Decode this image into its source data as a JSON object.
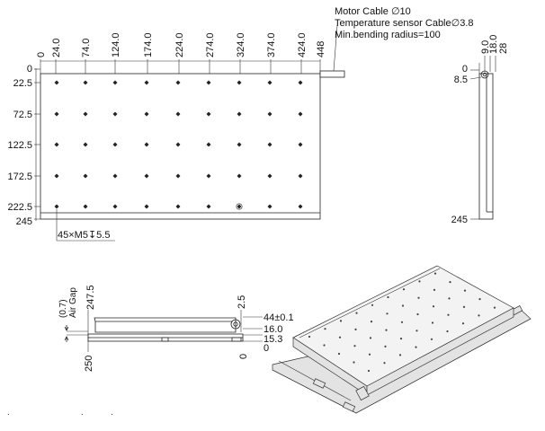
{
  "notes": {
    "motor_cable": "Motor Cable ∅10",
    "temp_cable": "Temperature sensor Cable∅3.8",
    "bending": "Min.bending radius=100"
  },
  "top_view": {
    "x_ticks": [
      "0",
      "24.0",
      "74.0",
      "124.0",
      "174.0",
      "224.0",
      "274.0",
      "324.0",
      "374.0",
      "424.0",
      "448"
    ],
    "y_ticks": [
      "0",
      "22.5",
      "72.5",
      "122.5",
      "172.5",
      "222.5",
      "245"
    ],
    "hole_note": "45×M5↧5.5"
  },
  "side_view": {
    "top_ticks": [
      "9.0",
      "18.0",
      "28"
    ],
    "zero": "0",
    "hole_depth": "8.5",
    "bottom": "245"
  },
  "front_view": {
    "gap_value": "(0.7)",
    "gap_label": "Air Gap",
    "left_top": "247.5",
    "left_bottom": "250",
    "right_top": "2.5",
    "right_bottom": "0",
    "heights": [
      "44±0.1",
      "16.0",
      "15.3",
      "0"
    ]
  }
}
